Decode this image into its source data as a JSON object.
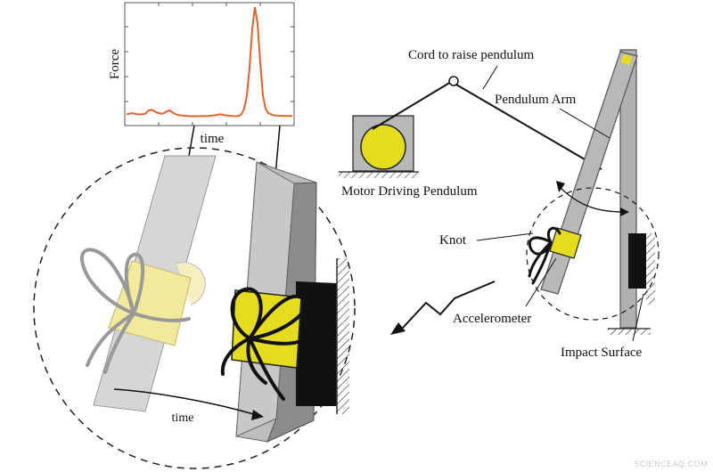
{
  "labels": {
    "force_axis": "Force",
    "time_axis_plot": "time",
    "time_arrow": "time",
    "cord": "Cord to raise pendulum",
    "pendulum_arm": "Pendulum Arm",
    "motor": "Motor Driving Pendulum",
    "knot": "Knot",
    "accelerometer": "Accelerometer",
    "impact_surface": "Impact Surface"
  },
  "watermark": "SCIENCEAQ.COM",
  "colors": {
    "force_trace": "#e8612c",
    "accelerometer": "#e6dc1e",
    "accelerometer_pale": "#f2ea9a",
    "arm_gray": "#b8b8b8",
    "wall_gray": "#8c8c8c",
    "impact_black": "#111111"
  },
  "chart_data": {
    "type": "line",
    "xlabel": "time",
    "ylabel": "Force",
    "grid": false,
    "series": [
      {
        "x": [
          0,
          3,
          6,
          9,
          12,
          15,
          18,
          21,
          24,
          27,
          30,
          33,
          36,
          39,
          42,
          45,
          48,
          51,
          54,
          57,
          60,
          63,
          66,
          69,
          72,
          75,
          78,
          81,
          84,
          87,
          90,
          93,
          96,
          99,
          102,
          105,
          108,
          111,
          114,
          117,
          120,
          123,
          126,
          129,
          132,
          135,
          138,
          141,
          144,
          147,
          150,
          153,
          156,
          159,
          162,
          165,
          168,
          171,
          174,
          177,
          180,
          183,
          186
        ],
        "y": [
          0.03,
          0.035,
          0.04,
          0.035,
          0.03,
          0.028,
          0.03,
          0.035,
          0.06,
          0.07,
          0.065,
          0.05,
          0.04,
          0.035,
          0.04,
          0.055,
          0.065,
          0.05,
          0.035,
          0.025,
          0.02,
          0.018,
          0.016,
          0.014,
          0.012,
          0.012,
          0.012,
          0.013,
          0.013,
          0.014,
          0.014,
          0.015,
          0.018,
          0.02,
          0.025,
          0.03,
          0.025,
          0.02,
          0.018,
          0.015,
          0.013,
          0.012,
          0.015,
          0.03,
          0.08,
          0.2,
          0.45,
          0.8,
          1.0,
          0.85,
          0.5,
          0.2,
          0.08,
          0.04,
          0.03,
          0.02,
          0.018,
          0.016,
          0.015,
          0.015,
          0.014,
          0.014,
          0.014
        ]
      }
    ]
  }
}
